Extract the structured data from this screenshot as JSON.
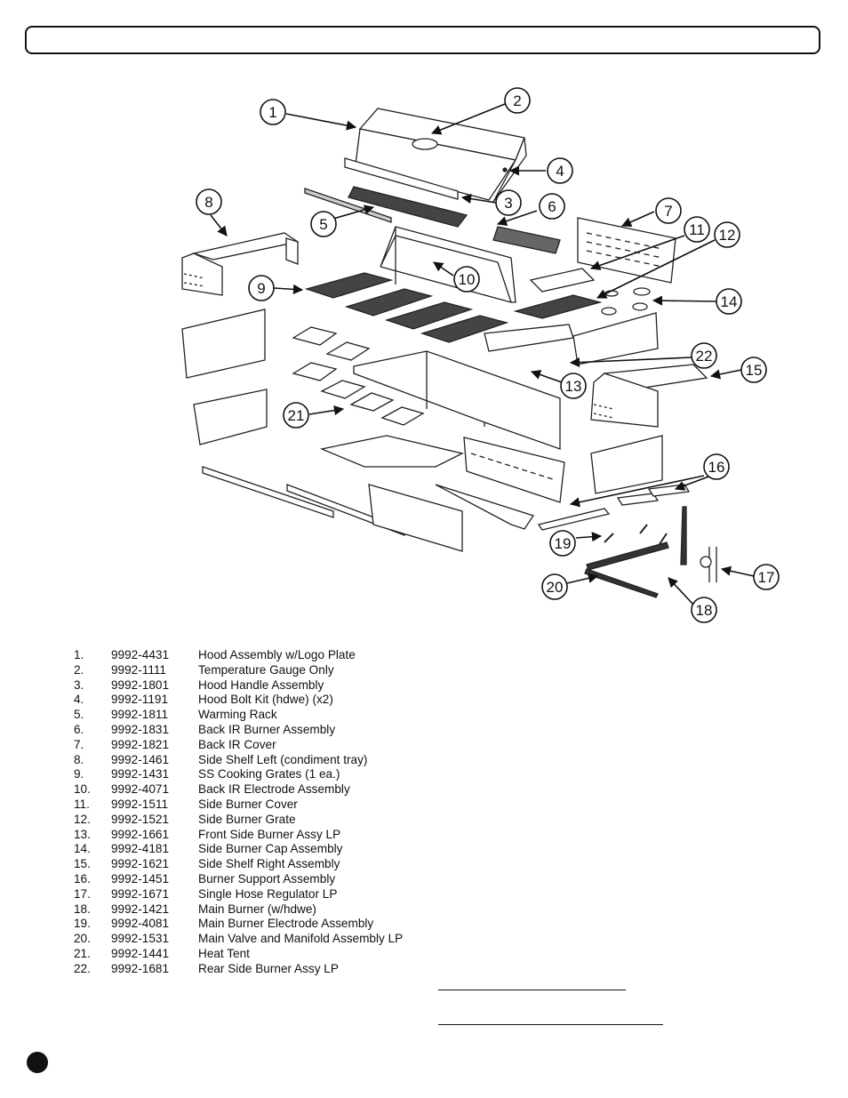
{
  "callouts": [
    "1",
    "2",
    "3",
    "4",
    "5",
    "6",
    "7",
    "8",
    "9",
    "10",
    "11",
    "12",
    "13",
    "14",
    "15",
    "16",
    "17",
    "18",
    "19",
    "20",
    "21",
    "22"
  ],
  "parts": [
    {
      "num": "1.",
      "pn": "9992-4431",
      "desc": "Hood Assembly w/Logo Plate"
    },
    {
      "num": "2.",
      "pn": "9992-1111",
      "desc": "Temperature Gauge Only"
    },
    {
      "num": "3.",
      "pn": "9992-1801",
      "desc": "Hood Handle Assembly"
    },
    {
      "num": "4.",
      "pn": "9992-1191",
      "desc": "Hood Bolt Kit (hdwe) (x2)"
    },
    {
      "num": "5.",
      "pn": "9992-1811",
      "desc": "Warming Rack"
    },
    {
      "num": "6.",
      "pn": "9992-1831",
      "desc": "Back IR Burner Assembly"
    },
    {
      "num": "7.",
      "pn": "9992-1821",
      "desc": "Back IR Cover"
    },
    {
      "num": "8.",
      "pn": "9992-1461",
      "desc": "Side Shelf Left (condiment tray)"
    },
    {
      "num": "9.",
      "pn": "9992-1431",
      "desc": "SS Cooking Grates (1 ea.)"
    },
    {
      "num": "10.",
      "pn": "9992-4071",
      "desc": "Back IR Electrode Assembly"
    },
    {
      "num": "11.",
      "pn": "9992-1511",
      "desc": "Side Burner Cover"
    },
    {
      "num": "12.",
      "pn": "9992-1521",
      "desc": "Side Burner Grate"
    },
    {
      "num": "13.",
      "pn": "9992-1661",
      "desc": "Front Side Burner Assy LP"
    },
    {
      "num": "14.",
      "pn": "9992-4181",
      "desc": "Side Burner Cap Assembly"
    },
    {
      "num": "15.",
      "pn": "9992-1621",
      "desc": "Side Shelf Right Assembly"
    },
    {
      "num": "16.",
      "pn": "9992-1451",
      "desc": "Burner Support Assembly"
    },
    {
      "num": "17.",
      "pn": "9992-1671",
      "desc": "Single Hose Regulator LP"
    },
    {
      "num": "18.",
      "pn": "9992-1421",
      "desc": "Main Burner (w/hdwe)"
    },
    {
      "num": "19.",
      "pn": "9992-4081",
      "desc": "Main Burner Electrode Assembly"
    },
    {
      "num": "20.",
      "pn": "9992-1531",
      "desc": "Main Valve and Manifold Assembly LP"
    },
    {
      "num": "21.",
      "pn": "9992-1441",
      "desc": "Heat Tent"
    },
    {
      "num": "22.",
      "pn": "9992-1681",
      "desc": "Rear Side Burner Assy LP"
    }
  ]
}
